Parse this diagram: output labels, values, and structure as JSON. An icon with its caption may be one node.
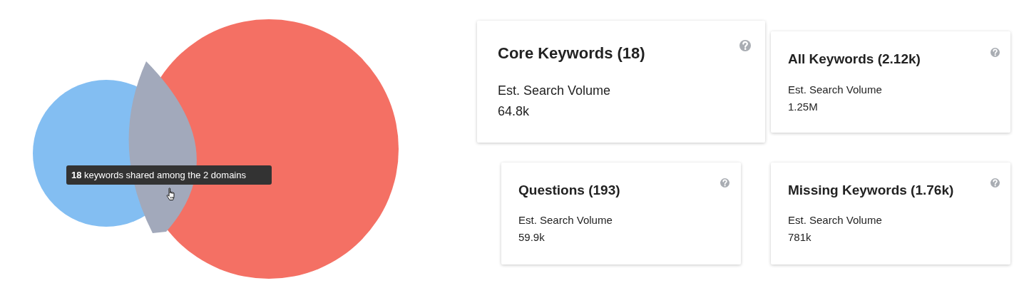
{
  "diagram": {
    "nodes": [
      {
        "text": [],
        "shape": "circle"
      },
      {
        "text": [],
        "shape": "circle"
      },
      {
        "text": [
          "**18** keywords shared among the 2 domains"
        ]
      },
      {
        "text": [
          "Core Keywords (18)",
          "Est. Search Volume",
          "64.8k"
        ]
      },
      {
        "text": [
          "All Keywords (2.12k)",
          "Est. Search Volume",
          "1.25M"
        ]
      },
      {
        "text": [
          "Questions (193)",
          "Est. Search Volume",
          "59.9k"
        ]
      },
      {
        "text": [
          "Missing Keywords (1.76k)",
          "Est. Search Volume",
          "781k"
        ]
      }
    ]
  }
}
